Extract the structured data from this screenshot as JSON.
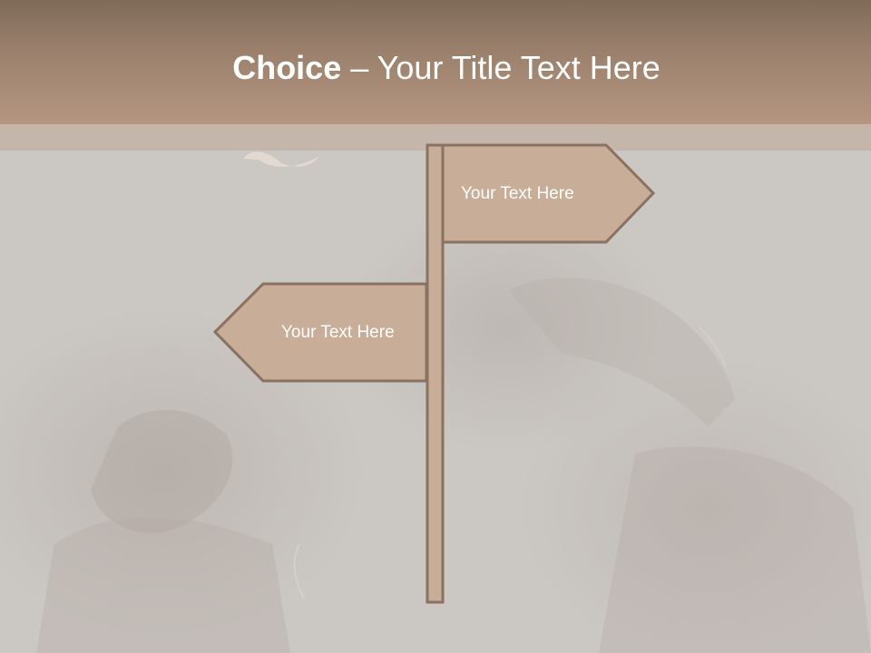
{
  "slide": {
    "title_bold": "Choice",
    "title_separator": " – ",
    "title_rest": "Your Title Text Here"
  },
  "signs": {
    "right_label": "Your Text Here",
    "left_label": "Your Text Here"
  },
  "colors": {
    "header_top": "#7f6a58",
    "header_bottom": "#b59680",
    "sign_fill": "#c8ae98",
    "sign_stroke": "#8a7262",
    "background": "#cbc7c3"
  }
}
